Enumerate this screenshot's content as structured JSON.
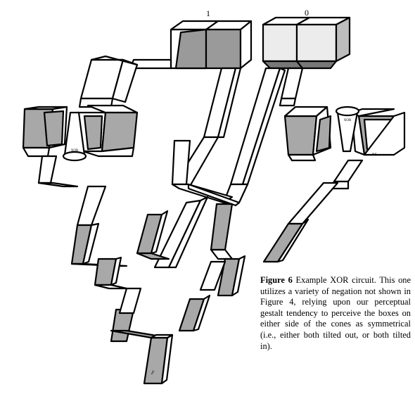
{
  "inputs": [
    {
      "label": "1"
    },
    {
      "label": "0"
    }
  ],
  "gates": [
    {
      "label": "XOR"
    },
    {
      "label": "XOR"
    }
  ],
  "output_labels": [
    "out",
    "out"
  ],
  "caption": {
    "figure_label": "Figure 6",
    "text": "Example XOR circuit. This one utilizes a variety of negation not shown in Figure 4, relying upon our perceptual gestalt tendency to perceive the boxes on either side of the cones as symmetrical (i.e., either both tilted out, or both tilted in)."
  },
  "colors": {
    "on_fill": "#a8a8a8",
    "on_fill_dark": "#8a8a8a",
    "off_fill": "#ececec",
    "stroke": "#000000",
    "background": "#ffffff"
  }
}
